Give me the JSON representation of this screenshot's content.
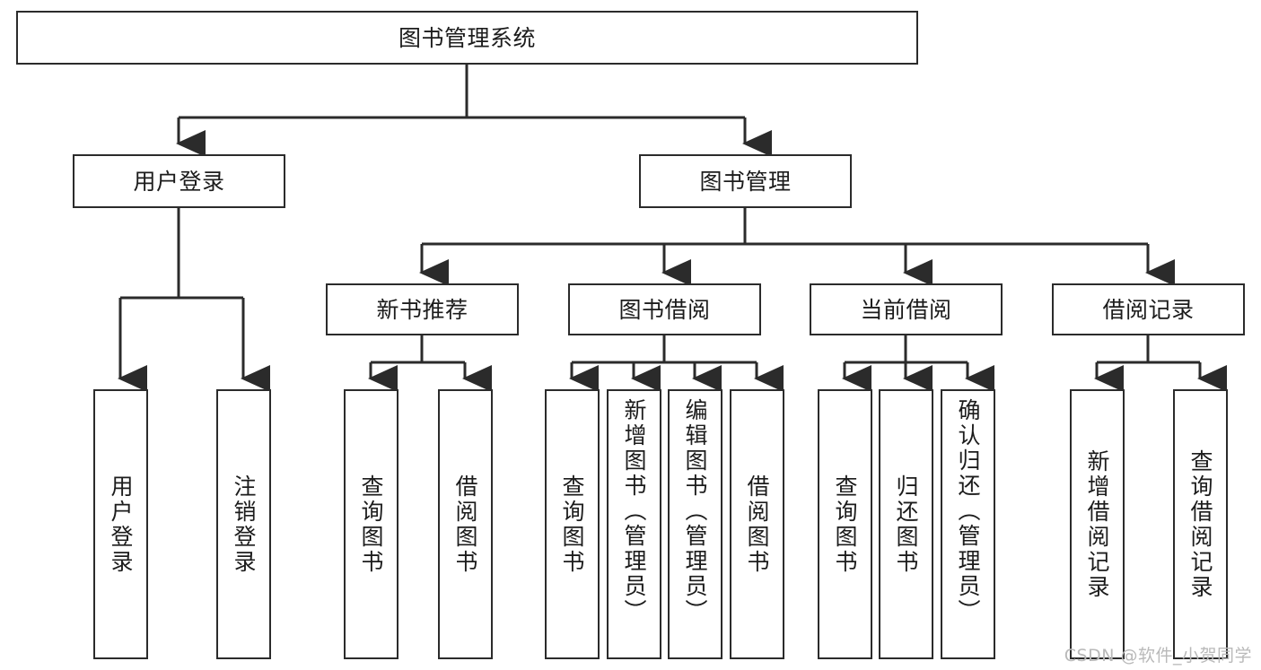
{
  "diagram": {
    "type": "tree",
    "title": "图书管理系统",
    "orientation": "top-down",
    "colors": {
      "background": "#ffffff",
      "box_border": "#2b2b2b",
      "box_fill": "#ffffff",
      "connector": "#2b2b2b",
      "text": "#1c1c1c",
      "watermark": "#b9b9b9"
    },
    "nodes": {
      "root": {
        "label": "图书管理系统",
        "level": 1
      },
      "l2": [
        {
          "id": "user-login",
          "label": "用户登录",
          "level": 2
        },
        {
          "id": "book-manage",
          "label": "图书管理",
          "level": 2
        }
      ],
      "l3": [
        {
          "id": "new-book-recommend",
          "label": "新书推荐",
          "level": 3,
          "parent": "book-manage"
        },
        {
          "id": "book-borrow",
          "label": "图书借阅",
          "level": 3,
          "parent": "book-manage"
        },
        {
          "id": "current-borrow",
          "label": "当前借阅",
          "level": 3,
          "parent": "book-manage"
        },
        {
          "id": "borrow-record",
          "label": "借阅记录",
          "level": 3,
          "parent": "book-manage"
        }
      ],
      "leaves": [
        {
          "id": "leaf-user-login",
          "label": "用户登录",
          "parent": "user-login"
        },
        {
          "id": "leaf-user-logout",
          "label": "注销登录",
          "parent": "user-login"
        },
        {
          "id": "leaf-query-book-1",
          "label": "查询图书",
          "parent": "new-book-recommend"
        },
        {
          "id": "leaf-borrow-book-1",
          "label": "借阅图书",
          "parent": "new-book-recommend"
        },
        {
          "id": "leaf-query-book-2",
          "label": "查询图书",
          "parent": "book-borrow"
        },
        {
          "id": "leaf-add-book",
          "label": "新增图书（管理员）",
          "parent": "book-borrow"
        },
        {
          "id": "leaf-edit-book",
          "label": "编辑图书（管理员）",
          "parent": "book-borrow"
        },
        {
          "id": "leaf-borrow-book-2",
          "label": "借阅图书",
          "parent": "book-borrow"
        },
        {
          "id": "leaf-query-book-3",
          "label": "查询图书",
          "parent": "current-borrow"
        },
        {
          "id": "leaf-return-book",
          "label": "归还图书",
          "parent": "current-borrow"
        },
        {
          "id": "leaf-confirm-return",
          "label": "确认归还（管理员）",
          "parent": "current-borrow"
        },
        {
          "id": "leaf-add-record",
          "label": "新增借阅记录",
          "parent": "borrow-record"
        },
        {
          "id": "leaf-query-record",
          "label": "查询借阅记录",
          "parent": "borrow-record"
        }
      ]
    }
  },
  "watermark": {
    "text": "CSDN @软件_小贺同学"
  }
}
